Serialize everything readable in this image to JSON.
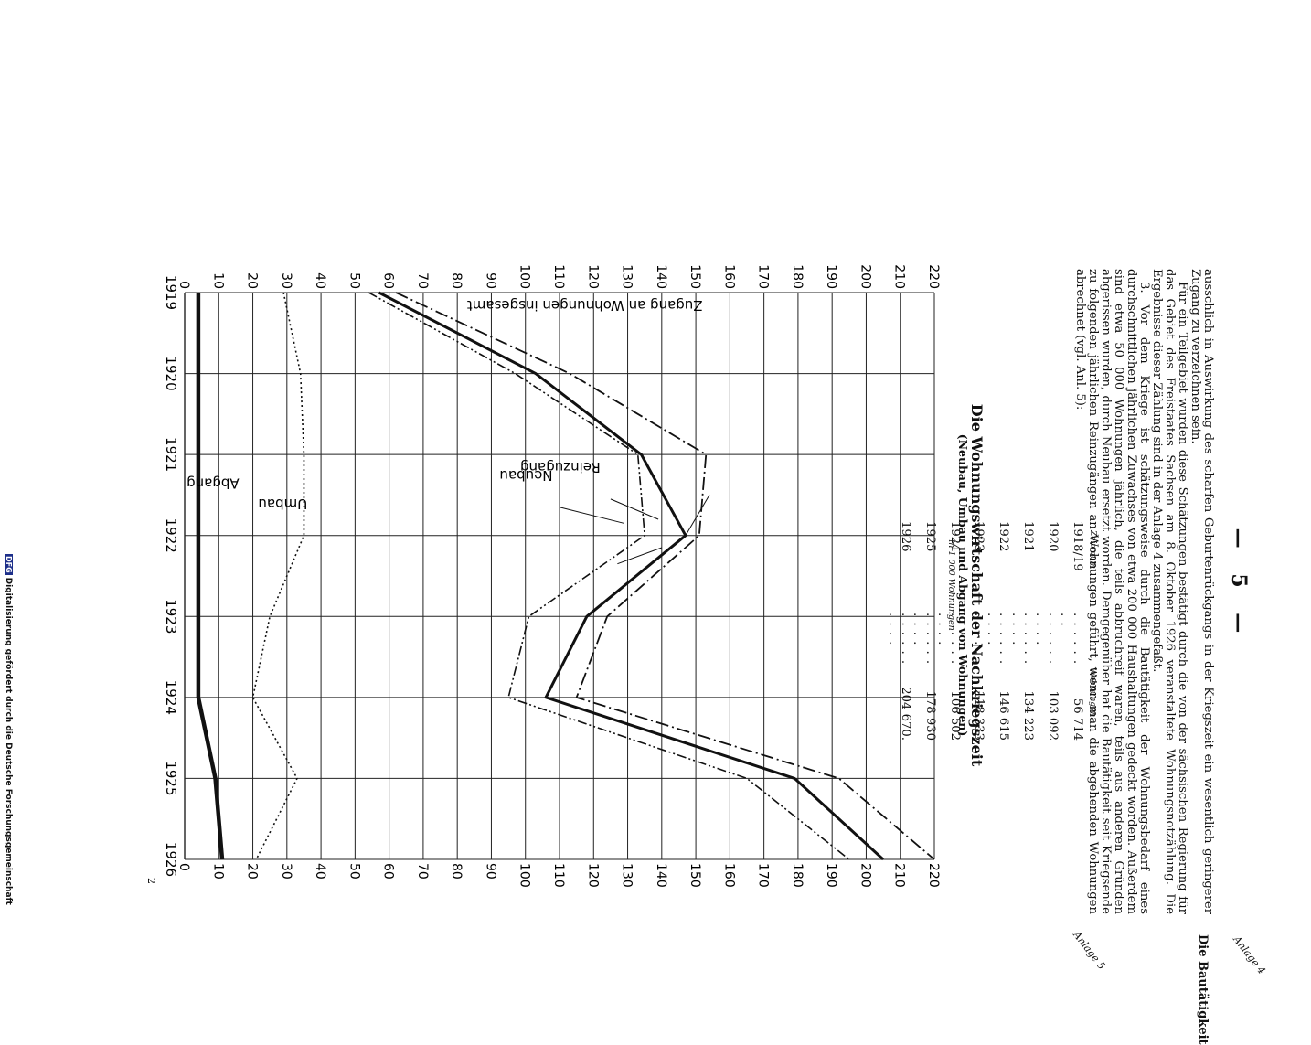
{
  "page": {
    "number": "— 5 —",
    "margin_heading": "Die Bautätigkeit",
    "margin_note_1": "Anlage 4",
    "margin_note_2": "Anlage 5",
    "paragraph_1": "ausschlich in Auswirkung des scharfen Geburtenrückgangs in der Kriegszeit ein wesentlich geringerer Zugang zu verzeichnen sein.",
    "paragraph_2": "Für ein Teilgebiet wurden diese Schätzungen bestätigt durch die von der sächsischen Regierung für das Gebiet des Freistaates Sachsen am 8. Oktober 1926 veranstaltete Wohnungsnotzählung. Die Ergebnisse dieser Zählung sind in der Anlage 4 zusammengefaßt.",
    "paragraph_3": "3. Vor dem Kriege ist schätzungsweise durch die Bautätigkeit der Wohnungsbedarf eines durchschnittlichen jährlichen Zuwachses von etwa 200 000 Haushaltungen gedeckt worden. Außerdem sind etwa 50 000 Wohnungen jährlich, die teils abbruchreif waren, teils aus anderen Gründen abgerissen wurden, durch Neubau ersetzt worden. Demgegenüber hat die Bautätigkeit seit Kriegsende zu folgenden jährlichen Reinzugängen an Wohnungen geführt, wenn man die abgehenden Wohnungen abrechnet (vgl. Anl. 5):"
  },
  "table": {
    "col_period": "Zeitraum",
    "col_units": "Wohnungen",
    "rows": [
      {
        "period": "1918/19",
        "dots": ". . . . . . . .",
        "value": "56 714"
      },
      {
        "period": "1920",
        "dots": ". . . . . . . . . .",
        "value": "103 092"
      },
      {
        "period": "1921",
        "dots": ". . . . . . . . . .",
        "value": "134 223"
      },
      {
        "period": "1922",
        "dots": ". . . . . . . . . .",
        "value": "146 615"
      },
      {
        "period": "1923",
        "dots": ". . . . . . . . . .",
        "value": "118 333"
      },
      {
        "period": "1924",
        "dots": ". . . . . . . . . .",
        "value": "106 502"
      },
      {
        "period": "1925",
        "dots": ". . . . . . . . . .",
        "value": "178 930"
      },
      {
        "period": "1926",
        "dots": ". . . . . . . . . .",
        "value": "204 670."
      }
    ]
  },
  "chart": {
    "title": "Die Wohnungswirtschaft der Nachkriegszeit",
    "subtitle": "(Neubau, Umbau und Abgang von Wohnungen)",
    "unit": "in 1 000 Wohnungen",
    "page_mark": "2"
  },
  "chart_data": {
    "type": "line",
    "x": [
      "1919",
      "1920",
      "1921",
      "1922",
      "1923",
      "1924",
      "1925",
      "1926"
    ],
    "ylim": [
      0,
      220
    ],
    "yticks": [
      0,
      10,
      20,
      30,
      40,
      50,
      60,
      70,
      80,
      90,
      100,
      110,
      120,
      130,
      140,
      150,
      160,
      170,
      180,
      190,
      200,
      210,
      220
    ],
    "grid": true,
    "series": [
      {
        "name": "Zugang an Wohnungen insgesamt",
        "style": "dash-dot",
        "values": [
          62,
          113,
          153,
          151,
          124,
          115,
          192,
          220
        ]
      },
      {
        "name": "Reinzugang",
        "style": "solid",
        "values": [
          57,
          103,
          134,
          147,
          118,
          106,
          179,
          205
        ]
      },
      {
        "name": "Neubau",
        "style": "dash-dot-dot",
        "values": [
          54,
          97,
          133,
          135,
          101,
          95,
          165,
          195
        ]
      },
      {
        "name": "Umbau",
        "style": "dotted",
        "values": [
          29,
          34,
          35,
          35,
          25,
          20,
          33,
          21
        ]
      },
      {
        "name": "Abgang",
        "style": "thick",
        "values": [
          4,
          4,
          4,
          4,
          4,
          4,
          9,
          11
        ]
      }
    ]
  },
  "credit": {
    "logo": "DFG",
    "text": "Digitalisierung gefördert durch die Deutsche Forschungsgemeinschaft"
  }
}
